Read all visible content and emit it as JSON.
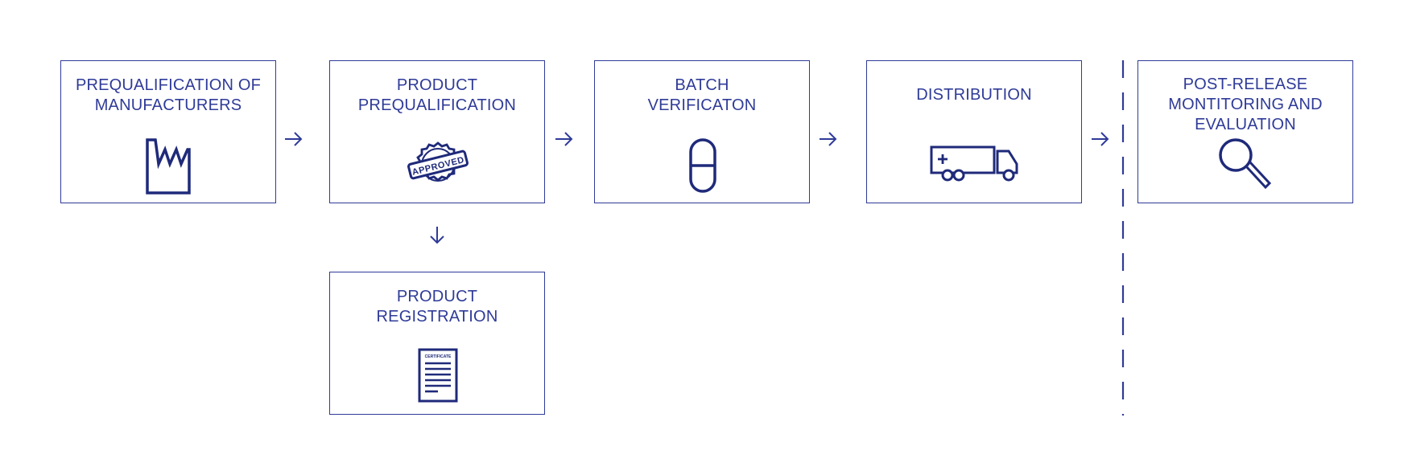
{
  "colors": {
    "stroke": "#2f3b98",
    "icon": "#1f2a7a",
    "background": "#ffffff"
  },
  "steps": [
    {
      "id": "prequalification-of-manufacturers",
      "title": "PREQUALIFICATION OF\nMANUFACTURERS",
      "icon": "factory-icon"
    },
    {
      "id": "product-prequalification",
      "title": "PRODUCT\nPREQUALIFICATION",
      "icon": "approved-seal-icon",
      "seal_text": "APPROVED"
    },
    {
      "id": "batch-verification",
      "title": "BATCH\nVERIFICATON",
      "icon": "capsule-icon"
    },
    {
      "id": "distribution",
      "title": "DISTRIBUTION",
      "icon": "truck-icon"
    },
    {
      "id": "post-release-monitoring",
      "title": "POST-RELEASE\nMONTITORING AND\nEVALUATION",
      "icon": "magnifier-icon"
    },
    {
      "id": "product-registration",
      "title": "PRODUCT\nREGISTRATION",
      "icon": "certificate-icon",
      "certificate_text": "CERTIFICATE"
    }
  ],
  "connectors": [
    "right-arrow",
    "right-arrow",
    "right-arrow",
    "right-arrow",
    "down-arrow"
  ]
}
